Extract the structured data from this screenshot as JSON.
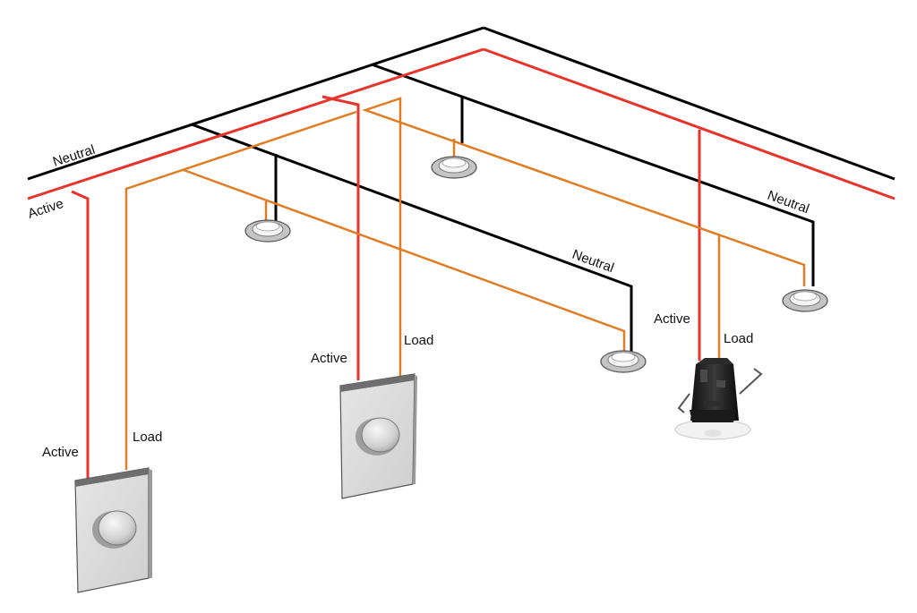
{
  "colors": {
    "neutral": "#000000",
    "active": "#e8332a",
    "load": "#e07c24",
    "plate": "#d8d8d8",
    "plate_edge": "#6e6e6e",
    "light_trim": "#bcbcbc"
  },
  "labels": {
    "neutral_main": "Neutral",
    "active_main": "Active",
    "neutral_right": "Neutral",
    "neutral_middle": "Neutral",
    "switch_left_active": "Active",
    "switch_left_load": "Load",
    "switch_center_active": "Active",
    "switch_center_load": "Load",
    "sensor_active": "Active",
    "sensor_load": "Load"
  },
  "icons": {
    "dimmer_switch": "dimmer-switch-icon",
    "downlight": "downlight-icon",
    "sensor": "occupancy-sensor-icon"
  }
}
